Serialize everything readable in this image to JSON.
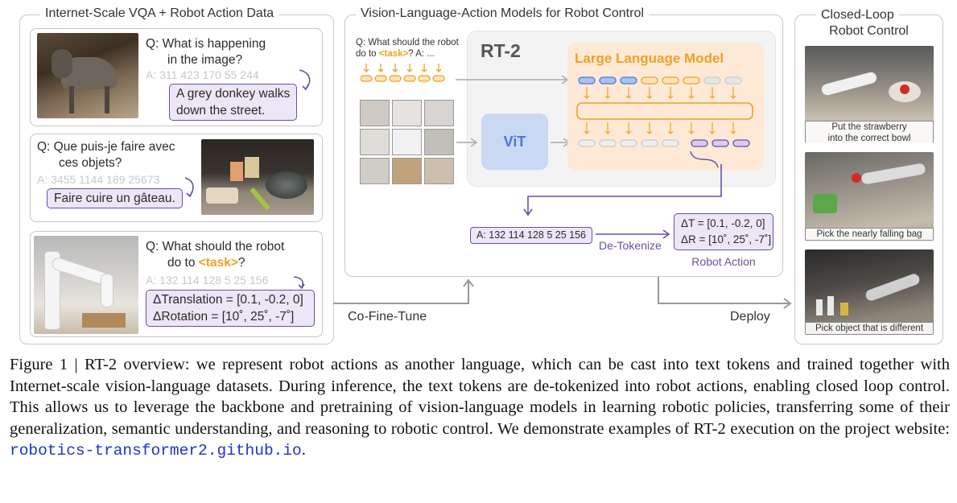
{
  "sections": {
    "left_title": "Internet-Scale VQA + Robot Action Data",
    "middle_title": "Vision-Language-Action Models for Robot Control",
    "right_title_line1": "Closed-Loop",
    "right_title_line2": "Robot Control"
  },
  "vqa_cards": [
    {
      "question_line1": "Q: What is happening",
      "question_line2": "in the image?",
      "tokens": "A: 311 423 170 55 244",
      "answer_line1": "A grey donkey walks",
      "answer_line2": "down the street."
    },
    {
      "question_line1": "Q: Que puis-je faire avec",
      "question_line2": "ces objets?",
      "tokens": "A: 3455 1144 189 25673",
      "answer_line1": "Faire cuire un gâteau."
    },
    {
      "question_line1": "Q: What should the robot",
      "question_line2_prefix": "do to ",
      "task": "<task>",
      "question_line2_suffix": "?",
      "tokens": "A: 132 114 128 5 25 156",
      "answer_line1": "ΔTranslation = [0.1, -0.2, 0]",
      "answer_line2": "ΔRotation = [10˚, 25˚, -7˚]"
    }
  ],
  "model": {
    "prompt_line1": "Q: What should the robot",
    "prompt_line2_prefix": "do to ",
    "prompt_task": "<task>",
    "prompt_line2_suffix": "? A: ...",
    "rt2_label": "RT-2",
    "llm_label": "Large Language Model",
    "vit_label": "ViT",
    "action_tokens": "A: 132 114 128 5 25 156",
    "detokenize_label": "De-Tokenize",
    "action_line1": "ΔT = [0.1, -0.2, 0]",
    "action_line2": "ΔR = [10˚, 25˚, -7˚]",
    "robot_action_label": "Robot Action"
  },
  "flow": {
    "cofinetune_label": "Co-Fine-Tune",
    "deploy_label": "Deploy"
  },
  "closed_loop": [
    {
      "label_line1": "Put the strawberry",
      "label_line2": "into the correct bowl"
    },
    {
      "label_line1": "Pick the nearly falling bag"
    },
    {
      "label_line1": "Pick object that is different"
    }
  ],
  "caption": {
    "text": "Figure 1 | RT-2 overview: we represent robot actions as another language, which can be cast into text tokens and trained together with Internet-scale vision-language datasets. During inference, the text tokens are de-tokenized into robot actions, enabling closed loop control. This allows us to leverage the backbone and pretraining of vision-language models in learning robotic policies, transferring some of their generalization, semantic understanding, and reasoning to robotic control. We demonstrate examples of RT-2 execution on the project website: ",
    "url": "robotics-transformer2.github.io",
    "end": "."
  },
  "colors": {
    "accent_purple": "#6b4fa3",
    "light_purple": "#ece6f6",
    "orange": "#f0a025",
    "llm_bg": "#fde9d6",
    "vit_bg": "#c9d8f3",
    "vit_text": "#4a78d6",
    "link_blue": "#1f33c8"
  }
}
